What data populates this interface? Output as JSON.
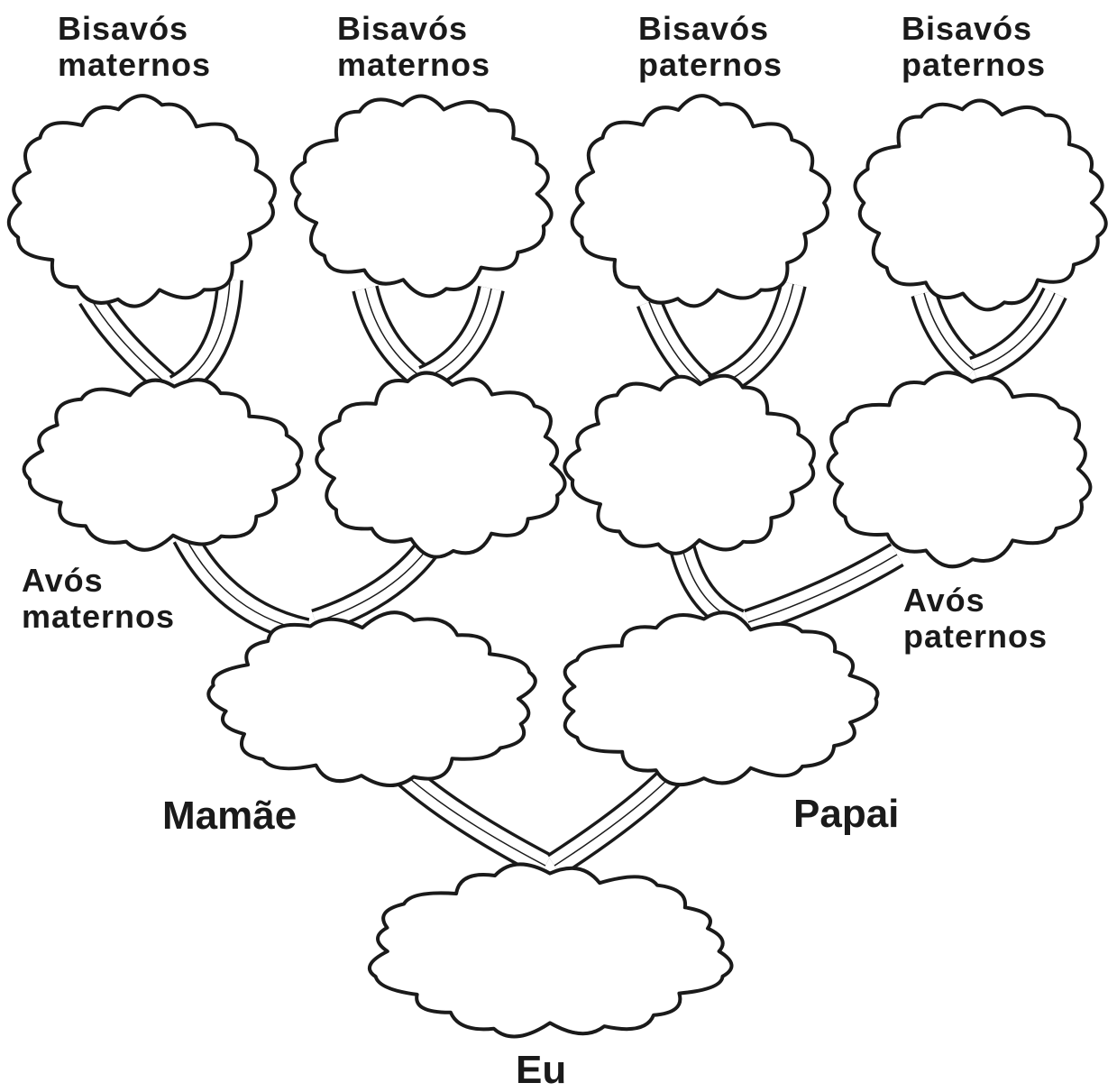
{
  "labels": {
    "great_grandparents": [
      {
        "line1": "Bisavós",
        "line2": "maternos"
      },
      {
        "line1": "Bisavós",
        "line2": "maternos"
      },
      {
        "line1": "Bisavós",
        "line2": "paternos"
      },
      {
        "line1": "Bisavós",
        "line2": "paternos"
      }
    ],
    "grandparents_maternal": {
      "line1": "Avós",
      "line2": "maternos"
    },
    "grandparents_paternal": {
      "line1": "Avós",
      "line2": "paternos"
    },
    "mother": "Mamãe",
    "father": "Papai",
    "me": "Eu"
  },
  "colors": {
    "outline": "#1a1a1a",
    "fill": "#ffffff"
  }
}
